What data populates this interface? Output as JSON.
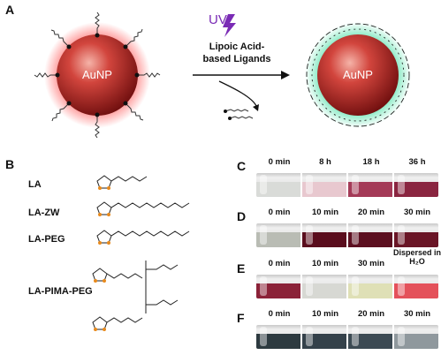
{
  "panels": {
    "a": "A",
    "b": "B",
    "c": "C",
    "d": "D",
    "e": "E",
    "f": "F"
  },
  "scheme": {
    "np_label_left": "AuNP",
    "np_label_right": "AuNP",
    "uv_label": "UV",
    "reaction_label_line1": "Lipoic Acid-",
    "reaction_label_line2": "based Ligands",
    "colors": {
      "gold": "#b01d1d",
      "glow_left": "#ff6b6b",
      "glow_right": "#5fe3b0",
      "uv": "#7a2bb5"
    }
  },
  "ligands": [
    "LA",
    "LA-ZW",
    "LA-PEG",
    "LA-PIMA-PEG"
  ],
  "rows": {
    "C": {
      "times": [
        "0 min",
        "8 h",
        "18 h",
        "36 h"
      ],
      "vial_colors": [
        "#d9dbd8",
        "#e8c8cf",
        "#a43a57",
        "#8a2540"
      ]
    },
    "D": {
      "times": [
        "0 min",
        "10 min",
        "20 min",
        "30 min"
      ],
      "vial_colors": [
        "#b9bcb4",
        "#5a0d1d",
        "#5c0f20",
        "#6a1526"
      ]
    },
    "E": {
      "times": [
        "0 min",
        "10 min",
        "30 min",
        "Dispersed in H₂O"
      ],
      "vial_colors": [
        "#8b2238",
        "#d7d8d3",
        "#dfe0b6",
        "#e4515a"
      ]
    },
    "F": {
      "times": [
        "0 min",
        "10 min",
        "20 min",
        "30 min"
      ],
      "vial_colors": [
        "#2d3a40",
        "#34414a",
        "#3c4a53",
        "#8f989d"
      ]
    }
  }
}
